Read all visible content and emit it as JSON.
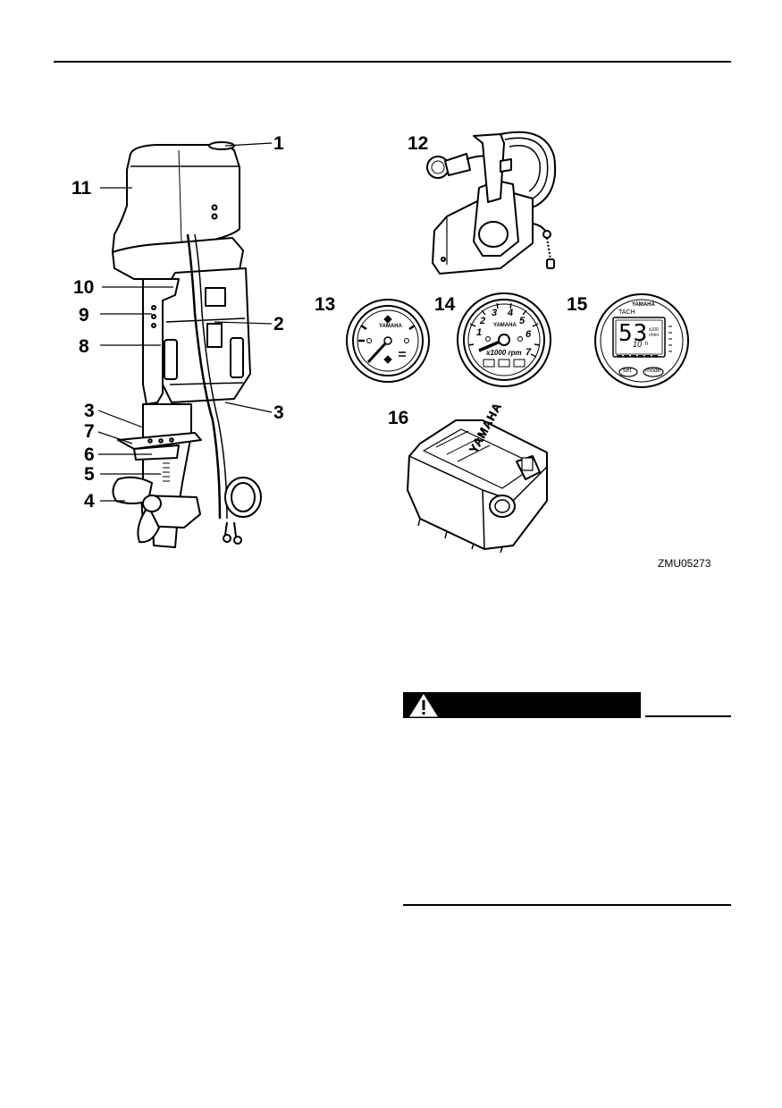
{
  "figure": {
    "code": "ZMU05273",
    "callouts": [
      "1",
      "2",
      "3",
      "3",
      "4",
      "5",
      "6",
      "7",
      "8",
      "9",
      "10",
      "11",
      "12",
      "13",
      "14",
      "15",
      "16"
    ],
    "engine_cover_text": "",
    "gauge_brand": "YAMAHA",
    "tach_label": "x1000 rpm",
    "tach_numbers": [
      "1",
      "2",
      "3",
      "4",
      "5",
      "6",
      "7"
    ],
    "digital": {
      "title": "TACH",
      "value": "53",
      "unit_top": "x100",
      "unit_bottom": "r/min",
      "hours": "10",
      "hours_unit": "h",
      "btn_set": "set",
      "btn_mode": "mode"
    },
    "tank_brand": "YAMAHA"
  },
  "warning": {
    "icon": "warning-triangle-icon"
  }
}
